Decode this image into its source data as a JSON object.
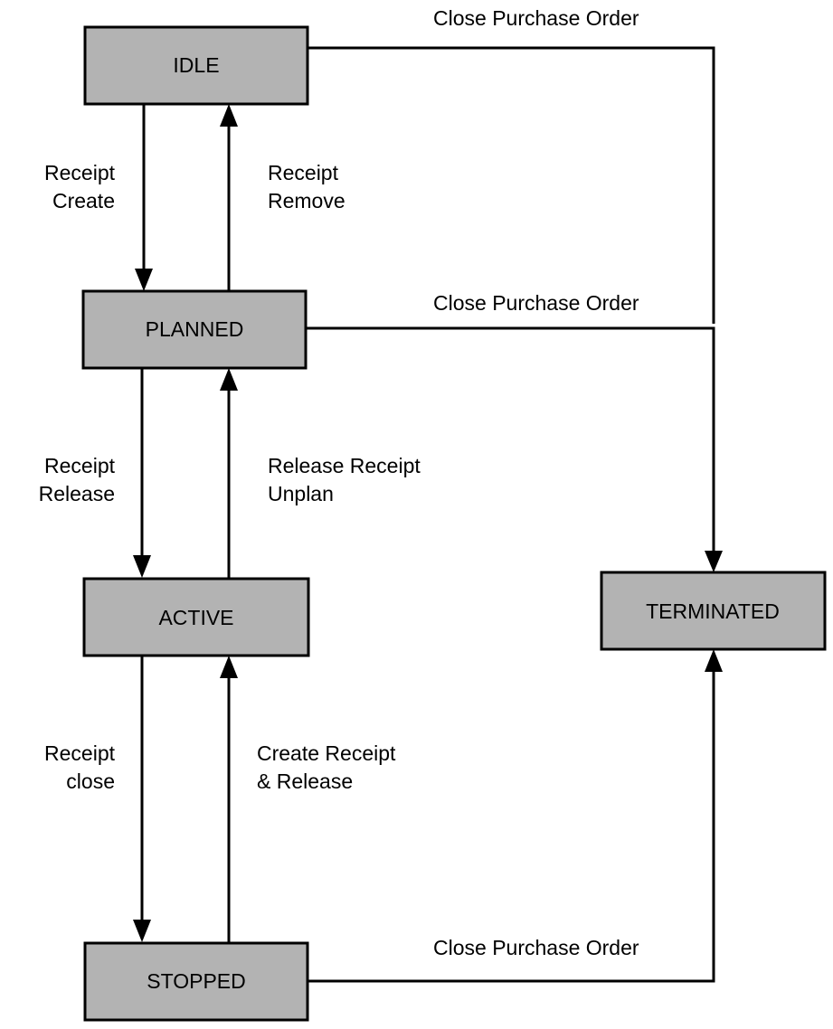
{
  "states": {
    "idle": "IDLE",
    "planned": "PLANNED",
    "active": "ACTIVE",
    "stopped": "STOPPED",
    "terminated": "TERMINATED"
  },
  "transitions": {
    "idle_to_planned": [
      "Receipt",
      "Create"
    ],
    "planned_to_idle": [
      "Receipt",
      "Remove"
    ],
    "planned_to_active": [
      "Receipt",
      "Release"
    ],
    "active_to_planned": [
      "Release Receipt",
      "Unplan"
    ],
    "active_to_stopped": [
      "Receipt",
      "close"
    ],
    "stopped_to_active": [
      "Create Receipt",
      "& Release"
    ],
    "idle_to_terminated": "Close Purchase Order",
    "planned_to_terminated": "Close Purchase Order",
    "stopped_to_terminated": "Close Purchase Order"
  },
  "colors": {
    "box_fill": "#b3b3b3",
    "line": "#000000"
  }
}
